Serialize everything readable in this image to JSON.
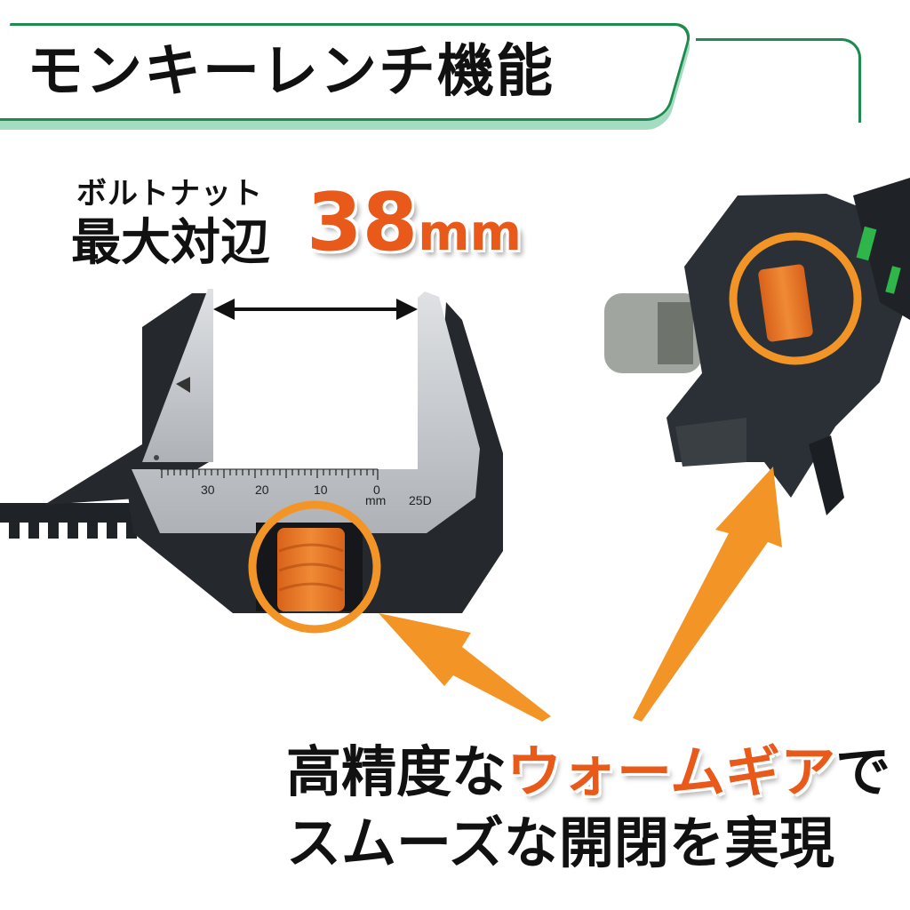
{
  "header": {
    "title": "モンキーレンチ機能"
  },
  "spec": {
    "label_line1": "ボルトナット",
    "label_line2": "最大対辺",
    "value": "38",
    "unit": "mm"
  },
  "wrench_scale": {
    "ticks": [
      "30",
      "20",
      "10",
      "0"
    ],
    "unit": "mm",
    "marking": "25D"
  },
  "caption": {
    "line1_prefix": "高精度な",
    "line1_highlight": "ウォームギア",
    "line1_suffix": "で",
    "line2": "スムーズな開閉を実現"
  },
  "colors": {
    "accent_green": "#1d8a4e",
    "shadow_green": "#a3dcc1",
    "highlight_orange": "#e8591a",
    "arrow_orange": "#f39526",
    "wrench_dark": "#23262b",
    "steel": "#c9ccd0"
  }
}
